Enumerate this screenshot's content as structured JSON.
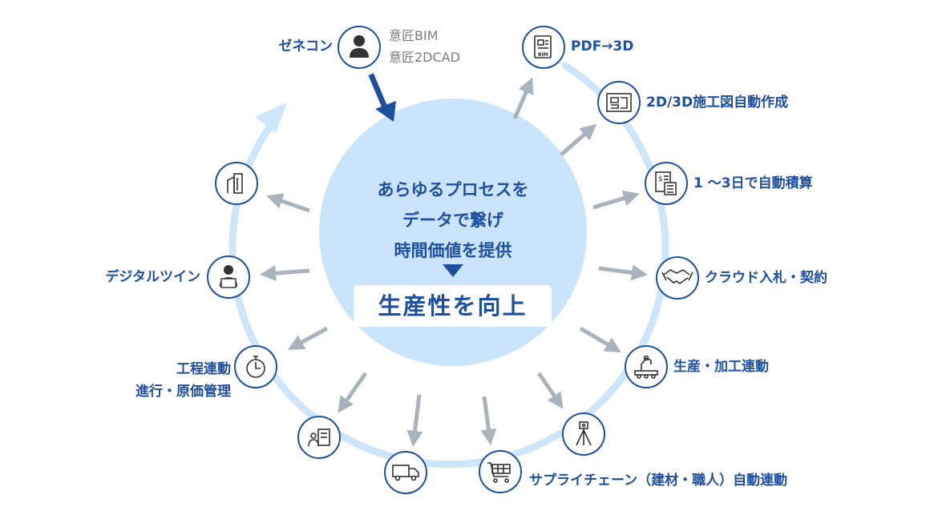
{
  "top_actor": {
    "label": "ゼネコン",
    "sub_lines": [
      "意匠BIM",
      "意匠2DCAD"
    ],
    "icon": "person-icon"
  },
  "center": {
    "lines": [
      "あらゆるプロセスを",
      "データで繋げ",
      "時間価値を提供"
    ],
    "result": "生産性を向上"
  },
  "nodes": [
    {
      "id": "pdf-3d",
      "label": "PDF→3D",
      "icon": "bim-document-icon"
    },
    {
      "id": "construction-drawings",
      "label": "2D/3D施工図自動作成",
      "icon": "blueprint-icon"
    },
    {
      "id": "estimation",
      "label": "1 ～3日で自動積算",
      "icon": "calculator-icon"
    },
    {
      "id": "cloud-bidding",
      "label": "クラウド入札・契約",
      "icon": "handshake-icon"
    },
    {
      "id": "production",
      "label": "生産・加工連動",
      "icon": "robot-arm-icon"
    },
    {
      "id": "survey",
      "label": "",
      "icon": "survey-tripod-icon"
    },
    {
      "id": "supply-chain",
      "label": "サプライチェーン（建材・職人）自動連動",
      "icon": "cart-icon"
    },
    {
      "id": "logistics",
      "label": "",
      "icon": "truck-icon"
    },
    {
      "id": "site-workers",
      "label": "",
      "icon": "workers-icon"
    },
    {
      "id": "schedule-cost",
      "label_lines": [
        "工程連動",
        "進行・原価管理"
      ],
      "icon": "stopwatch-icon"
    },
    {
      "id": "digital-twin",
      "label": "デジタルツイン",
      "icon": "analyst-icon"
    },
    {
      "id": "building",
      "label": "",
      "icon": "building-icon"
    }
  ],
  "colors": {
    "primary": "#1f4fa0",
    "ring": "#cde6fb",
    "center_fill": "#c9e4fb",
    "arrow_gray": "#a9b3be",
    "icon_stroke": "#1f4fa0",
    "sub_text": "#7d7d7d"
  }
}
